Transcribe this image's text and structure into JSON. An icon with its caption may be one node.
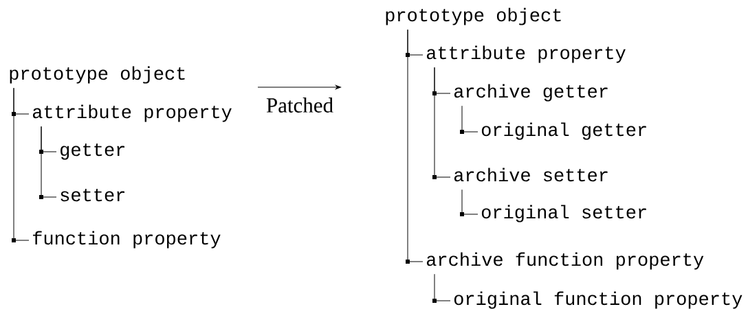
{
  "diagram": {
    "nodes": [
      {
        "text": [
          "prototype object"
        ]
      },
      {
        "text": [
          "attribute property"
        ]
      },
      {
        "text": [
          "getter"
        ]
      },
      {
        "text": [
          "setter"
        ]
      },
      {
        "text": [
          "function property"
        ]
      },
      {
        "text": [
          "prototype object"
        ]
      },
      {
        "text": [
          "attribute property"
        ]
      },
      {
        "text": [
          "archive getter"
        ]
      },
      {
        "text": [
          "original getter"
        ]
      },
      {
        "text": [
          "archive setter"
        ]
      },
      {
        "text": [
          "original setter"
        ]
      },
      {
        "text": [
          "archive function property"
        ]
      },
      {
        "text": [
          "original function property"
        ]
      }
    ],
    "edges": [
      {
        "from": 0,
        "to": 1,
        "arrow": "none"
      },
      {
        "from": 1,
        "to": 2,
        "arrow": "none"
      },
      {
        "from": 1,
        "to": 3,
        "arrow": "none"
      },
      {
        "from": 0,
        "to": 4,
        "arrow": "none"
      },
      {
        "from": 5,
        "to": 6,
        "arrow": "none"
      },
      {
        "from": 6,
        "to": 7,
        "arrow": "none"
      },
      {
        "from": 7,
        "to": 8,
        "arrow": "none"
      },
      {
        "from": 6,
        "to": 9,
        "arrow": "none"
      },
      {
        "from": 9,
        "to": 10,
        "arrow": "none"
      },
      {
        "from": 5,
        "to": 11,
        "arrow": "none"
      },
      {
        "from": 11,
        "to": 12,
        "arrow": "none"
      }
    ],
    "labels": [
      "Patched"
    ]
  }
}
